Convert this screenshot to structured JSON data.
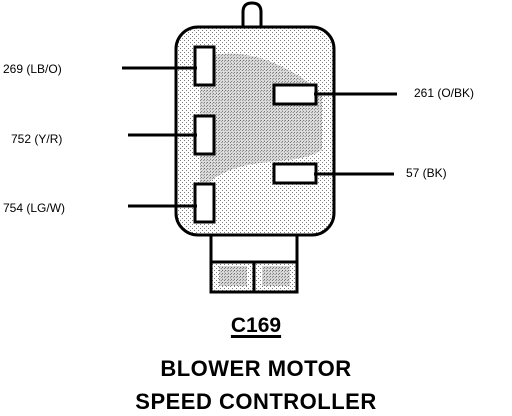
{
  "connector": {
    "id": "C169",
    "title_line_1": "BLOWER MOTOR",
    "title_line_2": "SPEED CONTROLLER"
  },
  "wires": {
    "left": [
      {
        "circuit": "269",
        "color_code": "(LB/O)",
        "label": "269 (LB/O)"
      },
      {
        "circuit": "752",
        "color_code": "(Y/R)",
        "label": "752 (Y/R)"
      },
      {
        "circuit": "754",
        "color_code": "(LG/W)",
        "label": "754 (LG/W)"
      }
    ],
    "right": [
      {
        "circuit": "261",
        "color_code": "(O/BK)",
        "label": "261 (O/BK)"
      },
      {
        "circuit": "57",
        "color_code": "(BK)",
        "label": "57 (BK)"
      }
    ]
  },
  "colors": {
    "line": "#000000",
    "body_shading": "#c8c8c8",
    "background": "#ffffff"
  }
}
